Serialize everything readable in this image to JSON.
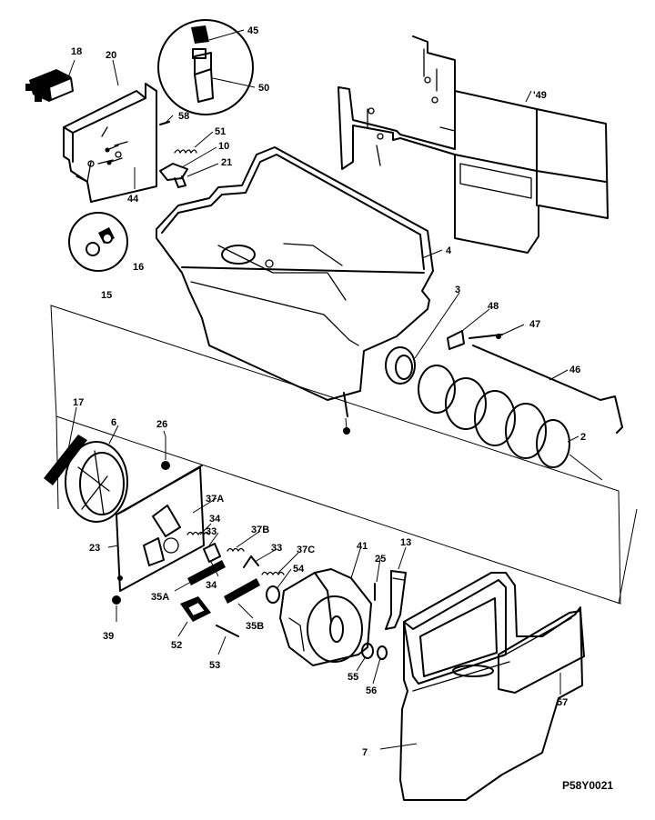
{
  "callouts": {
    "c18": "18",
    "c20": "20",
    "c58": "58",
    "c51": "51",
    "c10": "10",
    "c21": "21",
    "c44": "44",
    "c45": "45",
    "c50": "50",
    "c49": "'49",
    "c4": "4",
    "c16": "16",
    "c15": "15",
    "c3": "3",
    "c48": "48",
    "c47": "47",
    "c46": "46",
    "c2": "2",
    "c17": "17",
    "c6": "6",
    "c26": "26",
    "c37a": "37A",
    "c34a": "34",
    "c33a": "33",
    "c37b": "37B",
    "c23": "23",
    "c34b": "34",
    "c35a": "35A",
    "c33b": "33",
    "c37c": "37C",
    "c54": "54",
    "c41": "41",
    "c25": "25",
    "c13": "13",
    "c39": "39",
    "c35b": "35B",
    "c52": "52",
    "c53": "53",
    "c55": "55",
    "c56": "56",
    "c57": "57",
    "c7": "7"
  },
  "diagram_code": "P58Y0021"
}
